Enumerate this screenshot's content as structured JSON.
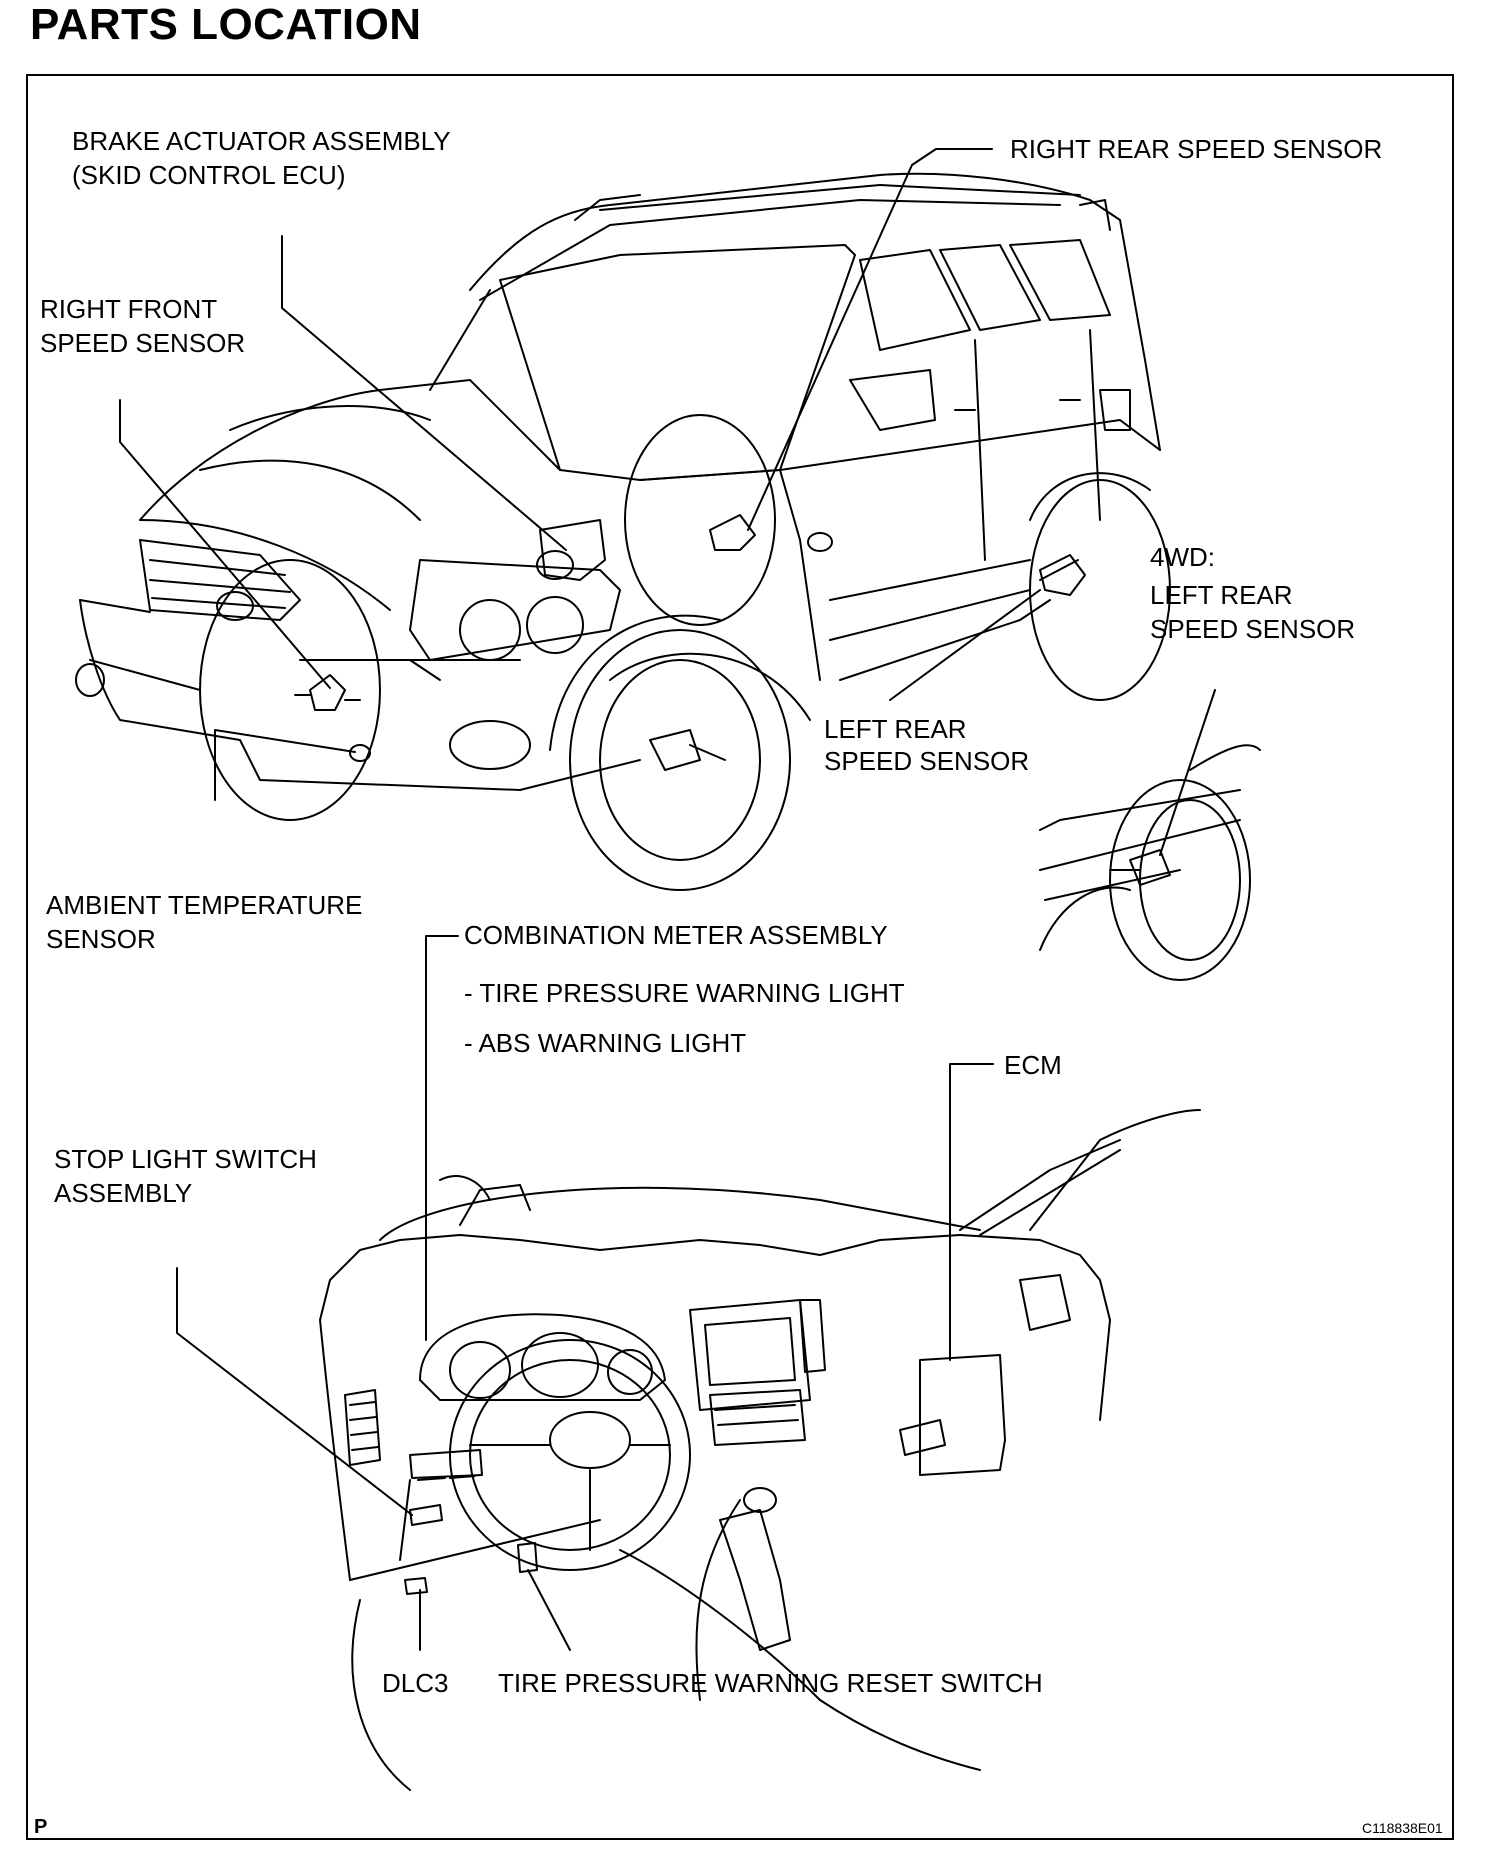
{
  "page": {
    "title": "PARTS LOCATION",
    "corner_mark": "P",
    "figure_code": "C118838E01"
  },
  "labels": {
    "brake_actuator_1": "BRAKE ACTUATOR ASSEMBLY",
    "brake_actuator_2": "(SKID CONTROL ECU)",
    "right_rear_speed_sensor": "RIGHT REAR SPEED SENSOR",
    "right_front_1": "RIGHT FRONT",
    "right_front_2": "SPEED SENSOR",
    "wd4_1": "4WD:",
    "wd4_2": "LEFT REAR",
    "wd4_3": "SPEED SENSOR",
    "left_rear_1": "LEFT REAR",
    "left_rear_2": "SPEED SENSOR",
    "ambient_1": "AMBIENT TEMPERATURE",
    "ambient_2": "SENSOR",
    "combo_meter": "COMBINATION METER ASSEMBLY",
    "tire_pressure_light": "- TIRE PRESSURE WARNING LIGHT",
    "abs_light": "- ABS WARNING LIGHT",
    "ecm": "ECM",
    "stop_light_1": "STOP LIGHT SWITCH",
    "stop_light_2": "ASSEMBLY",
    "dlc3": "DLC3",
    "reset_switch": "TIRE PRESSURE WARNING RESET SWITCH"
  }
}
